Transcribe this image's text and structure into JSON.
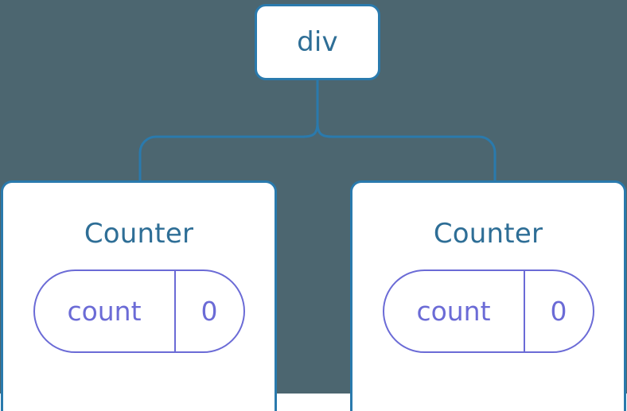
{
  "diagram": {
    "type": "component-tree",
    "background_color": "#4c6670",
    "node_border_color": "#2a7aad",
    "node_fill_color": "#ffffff",
    "node_label_color": "#2e6e96",
    "state_color": "#6b6bd6",
    "connector_color": "#2a7aad",
    "root": {
      "label": "div"
    },
    "children": [
      {
        "label": "Counter",
        "state": {
          "key": "count",
          "value": "0"
        }
      },
      {
        "label": "Counter",
        "state": {
          "key": "count",
          "value": "0"
        }
      }
    ]
  }
}
